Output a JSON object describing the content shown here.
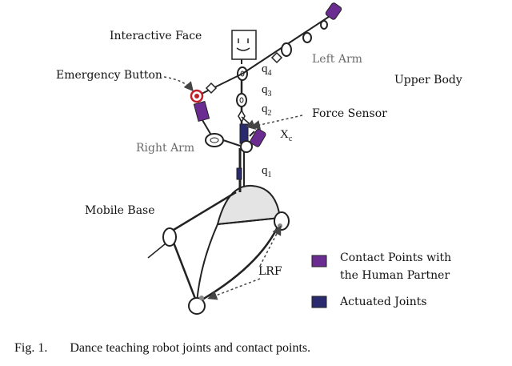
{
  "labels": {
    "interactive_face": "Interactive Face",
    "emergency_button": "Emergency Button",
    "left_arm": "Left Arm",
    "upper_body": "Upper Body",
    "force_sensor": "Force Sensor",
    "right_arm": "Right Arm",
    "mobile_base": "Mobile Base",
    "lrf": "LRF"
  },
  "symbols": {
    "q4": "q",
    "q4_sub": "4",
    "q3": "q",
    "q3_sub": "3",
    "q2": "q",
    "q2_sub": "2",
    "q1": "q",
    "q1_sub": "1",
    "xc": "X",
    "xc_sub": "c"
  },
  "legend": {
    "contact_line1": "Contact Points with",
    "contact_line2": "the Human Partner",
    "actuated": "Actuated Joints",
    "contact_color": "#6a2c91",
    "actuated_color": "#2a2a6e"
  },
  "caption": {
    "fig": "Fig. 1.",
    "text": "Dance teaching robot joints and contact points."
  }
}
